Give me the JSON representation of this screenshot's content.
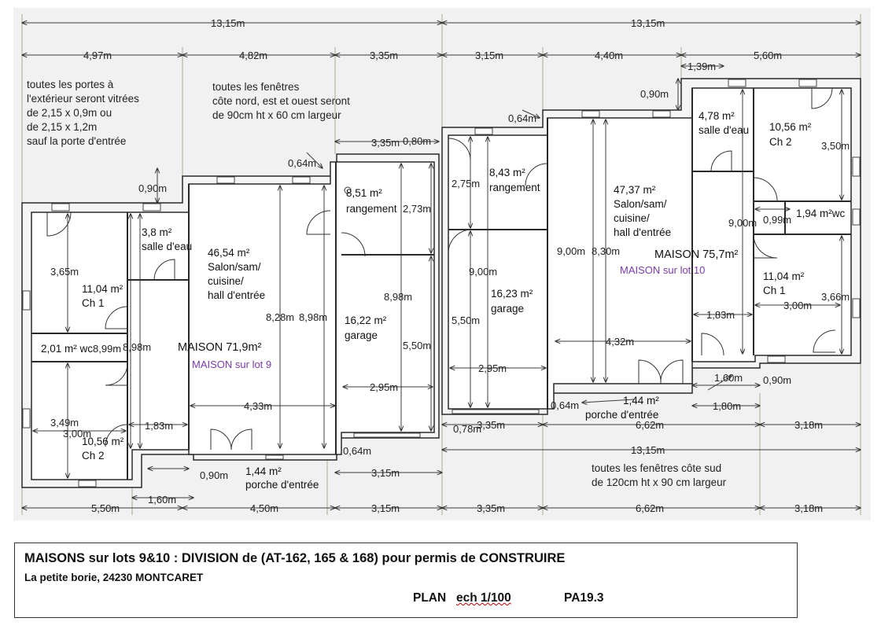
{
  "dimensions": {
    "top_total_left": "13,15m",
    "top_total_right": "13,15m",
    "top_a": "4,97m",
    "top_b": "4,82m",
    "top_c": "3,35m",
    "top_d": "3,15m",
    "top_e": "4,40m",
    "top_f": "5,60m",
    "step_139": "1,39m",
    "step_090_r": "0,90m",
    "step_064_r": "0,64m",
    "step_335_mid": "3,35m",
    "step_080": "0,80m",
    "step_064_l": "0,64m",
    "step_090_l": "0,90m",
    "h_365": "3,65m",
    "h_899": "8,99m",
    "h_898_l": "8,98m",
    "h_828": "8,28m",
    "h_898_c": "8,98m",
    "h_898_g": "8,98m",
    "h_273": "2,73m",
    "h_550_l": "5,50m",
    "h_349": "3,49m",
    "w_300_l": "3,00m",
    "w_183_l": "1,83m",
    "w_433": "4,33m",
    "w_295_l": "2,95m",
    "w_064_bl": "0,64m",
    "w_090_bl": "0,90m",
    "w_160_bl": "1,60m",
    "b_550": "5,50m",
    "b_450": "4,50m",
    "b_315_l": "3,15m",
    "b_315_l2": "3,15m",
    "b_335": "3,35m",
    "b_662": "6,62m",
    "b_318": "3,18m",
    "b_1315": "13,15m",
    "r_275": "2,75m",
    "r_900_g": "9,00m",
    "r_550": "5,50m",
    "r_295": "2,95m",
    "r_900_l": "9,00m",
    "r_830": "8,30m",
    "r_432": "4,32m",
    "r_900_c": "9,00m",
    "r_099": "0,99m",
    "r_350": "3,50m",
    "r_366": "3,66m",
    "r_300": "3,00m",
    "r_183": "1,83m",
    "r_160": "1,60m",
    "r_180": "1,80m",
    "r_090_b": "0,90m",
    "r_064_b": "0,64m",
    "r_078": "0,78m",
    "r_335_b": "3,35m",
    "r_662_b": "6,62m",
    "r_318_b": "3,18m"
  },
  "rooms_left": {
    "salle_eau_area": "3,8 m²",
    "salle_eau_name": "salle d'eau",
    "salon_area": "46,54 m²",
    "salon_l1": "Salon/sam/",
    "salon_l2": "cuisine/",
    "salon_l3": "hall d'entrée",
    "ch1_area": "11,04 m²",
    "ch1_name": "Ch 1",
    "wc": "2,01 m² wc",
    "maison": "MAISON 71,9m²",
    "lot": "MAISON sur lot 9",
    "ch2_area": "10,56 m²",
    "ch2_name": "Ch 2",
    "porche_area": "1,44 m²",
    "porche_name": "porche d'entrée",
    "rangement_area": "8,51 m²",
    "rangement_name": "rangement",
    "garage_area": "16,22 m²",
    "garage_name": "garage"
  },
  "rooms_right": {
    "rangement_area": "8,43 m²",
    "rangement_name": "rangement",
    "garage_area": "16,23 m²",
    "garage_name": "garage",
    "salon_area": "47,37 m²",
    "salon_l1": "Salon/sam/",
    "salon_l2": "cuisine/",
    "salon_l3": "hall d'entrée",
    "maison": "MAISON 75,7m²",
    "lot": "MAISON sur lot 10",
    "salle_eau_area": "4,78 m²",
    "salle_eau_name": "salle d'eau",
    "ch2_area": "10,56 m²",
    "ch2_name": "Ch 2",
    "wc": "1,94 m²wc",
    "ch1_area": "11,04 m²",
    "ch1_name": "Ch 1",
    "porche_area": "1,44 m²",
    "porche_name": "porche d'entrée"
  },
  "notes": {
    "doors_l1": "toutes les portes à",
    "doors_l2": "l'extérieur seront vitrées",
    "doors_l3": "de 2,15 x 0,9m ou",
    "doors_l4": "de 2,15 x 1,2m",
    "doors_l5": "sauf la porte d'entrée",
    "win_l1": "toutes les fenêtres",
    "win_l2": "côte nord, est et ouest seront",
    "win_l3": "de 90cm ht x 60 cm largeur",
    "south_l1": "toutes les fenêtres côte sud",
    "south_l2": "de 120cm ht x 90 cm largeur"
  },
  "title_block": {
    "main": "MAISONS  sur lots 9&10 : DIVISION de  (AT-162, 165 & 168)  pour permis de CONSTRUIRE",
    "address": "La petite borie, 24230 MONTCARET",
    "plan": "PLAN",
    "scale": "ech 1/100",
    "reference": "PA19.3"
  },
  "colors": {
    "background": "#f1f1f1",
    "walls": "#2a2a2a",
    "extension_lines": "#9fb08f",
    "lot_label": "#7a3aa8"
  }
}
